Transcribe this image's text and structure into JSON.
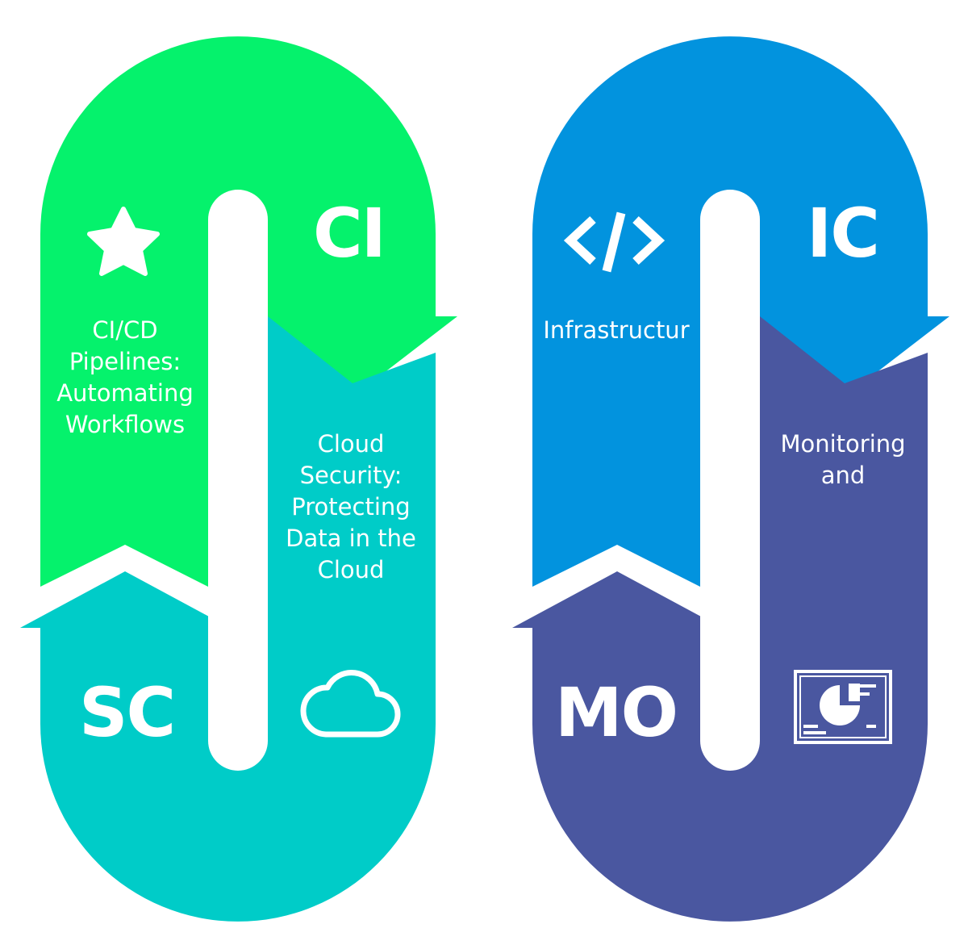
{
  "colors": {
    "green": "#05F26C",
    "teal": "#00CCC8",
    "blue": "#0293DE",
    "indigo": "#4A57A0",
    "white": "#FFFFFF"
  },
  "pills": [
    {
      "top": {
        "abbr": "CI",
        "icon": "star-icon",
        "label_lines": [
          "CI/CD",
          "Pipelines:",
          "Automating",
          "Workflows"
        ]
      },
      "bottom": {
        "abbr": "SC",
        "icon": "cloud-icon",
        "label_lines": [
          "Cloud",
          "Security:",
          "Protecting",
          "Data in the",
          "Cloud"
        ]
      }
    },
    {
      "top": {
        "abbr": "IC",
        "icon": "code-icon",
        "label_lines": [
          "Infrastructur"
        ]
      },
      "bottom": {
        "abbr": "MO",
        "icon": "dashboard-icon",
        "label_lines": [
          "Monitoring",
          "and"
        ]
      }
    }
  ]
}
